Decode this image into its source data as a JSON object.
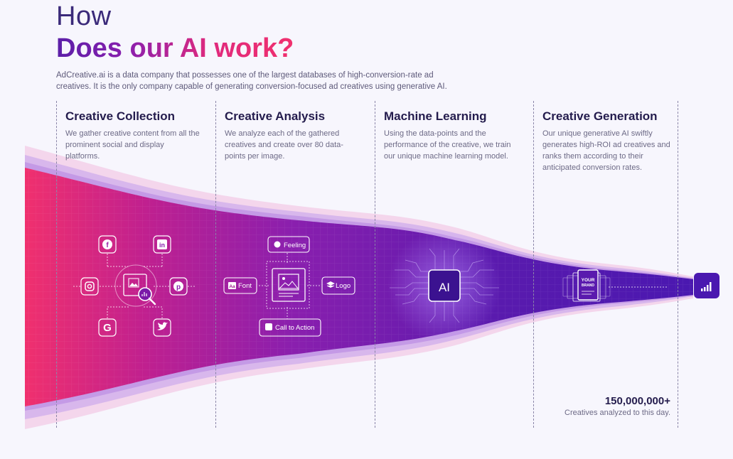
{
  "heading": {
    "line1": "How",
    "line2": "Does our AI work?"
  },
  "intro": "AdCreative.ai is a data company that possesses one of the largest databases of high-conversion-rate ad creatives. It is the only company capable of generating conversion-focused ad creatives using generative AI.",
  "steps": [
    {
      "title": "Creative Collection",
      "text": "We gather creative content from all the prominent social and display platforms."
    },
    {
      "title": "Creative Analysis",
      "text": "We analyze each of the gathered creatives and create over 80 data-points per image."
    },
    {
      "title": "Machine Learning",
      "text": "Using the data-points and the performance of the creative, we train our unique machine learning model."
    },
    {
      "title": "Creative Generation",
      "text": "Our unique generative AI swiftly generates high-ROI ad creatives and ranks them according to their anticipated conversion rates."
    }
  ],
  "analysis_tags": {
    "feeling": "Feeling",
    "font": "Font",
    "logo": "Logo",
    "cta": "Call to Action"
  },
  "ai_chip_label": "AI",
  "brand_label_line1": "YOUR",
  "brand_label_line2": "BRAND",
  "stat": {
    "number": "150,000,000+",
    "label": "Creatives analyzed to this day."
  },
  "icons": {
    "social": [
      "facebook-icon",
      "linkedin-icon",
      "instagram-icon",
      "pinterest-icon",
      "google-icon",
      "twitter-icon"
    ],
    "center_collection": "image-search-icon",
    "center_analysis": "image-icon",
    "chip": "ai-chip-icon",
    "output": "bar-chart-icon"
  },
  "colors": {
    "title_dark": "#3b2a7a",
    "gradient_pink": "#f0306e",
    "gradient_purple": "#8a1fae",
    "gradient_deep": "#4a18b0",
    "background": "#f7f6fd"
  }
}
